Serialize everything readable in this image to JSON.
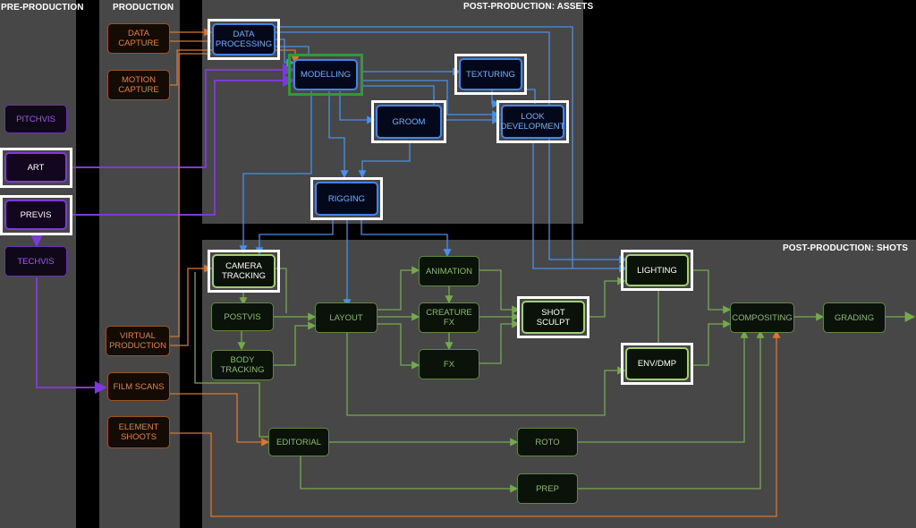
{
  "sections": {
    "pre_production": "PRE-PRODUCTION",
    "production": "PRODUCTION",
    "post_assets": "POST-PRODUCTION: ASSETS",
    "post_shots": "POST-PRODUCTION: SHOTS"
  },
  "nodes": {
    "pitchvis": "PITCHVIS",
    "art": "ART",
    "previs": "PREVIS",
    "techvis": "TECHVIS",
    "data_capture": "DATA\nCAPTURE",
    "motion_capture": "MOTION\nCAPTURE",
    "virtual_production": "VIRTUAL\nPRODUCTION",
    "film_scans": "FILM SCANS",
    "element_shoots": "ELEMENT\nSHOOTS",
    "data_processing": "DATA\nPROCESSING",
    "modelling": "MODELLING",
    "texturing": "TEXTURING",
    "groom": "GROOM",
    "look_development": "LOOK\nDEVELOPMENT",
    "rigging": "RIGGING",
    "camera_tracking": "CAMERA\nTRACKING",
    "postvis": "POSTVIS",
    "body_tracking": "BODY\nTRACKING",
    "layout": "LAYOUT",
    "animation": "ANIMATION",
    "creature_fx": "CREATURE\nFX",
    "fx": "FX",
    "shot_sculpt": "SHOT\nSCULPT",
    "lighting": "LIGHTING",
    "env_dmp": "ENV/DMP",
    "compositing": "COMPOSITING",
    "grading": "GRADING",
    "editorial": "EDITORIAL",
    "roto": "ROTO",
    "prep": "PREP"
  },
  "colors": {
    "pre": "#7d3ad6",
    "production": "#d9772f",
    "assets": "#4a8fe8",
    "shots": "#76a84f",
    "highlight": "#ffffff"
  }
}
